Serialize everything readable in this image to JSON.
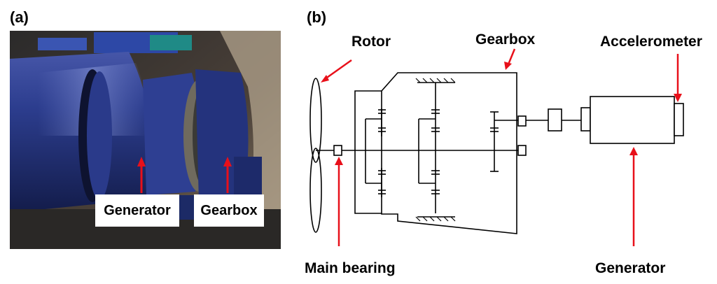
{
  "panels": {
    "a": {
      "label": "(a)",
      "photo_labels": {
        "generator": "Generator",
        "gearbox": "Gearbox"
      }
    },
    "b": {
      "label": "(b)",
      "components": {
        "rotor": "Rotor",
        "gearbox": "Gearbox",
        "accelerometer": "Accelerometer",
        "main_bearing": "Main bearing",
        "generator": "Generator"
      }
    }
  },
  "colors": {
    "arrow": "#e8101a",
    "machine_blue": "#1f2f7a",
    "line": "#000000"
  }
}
